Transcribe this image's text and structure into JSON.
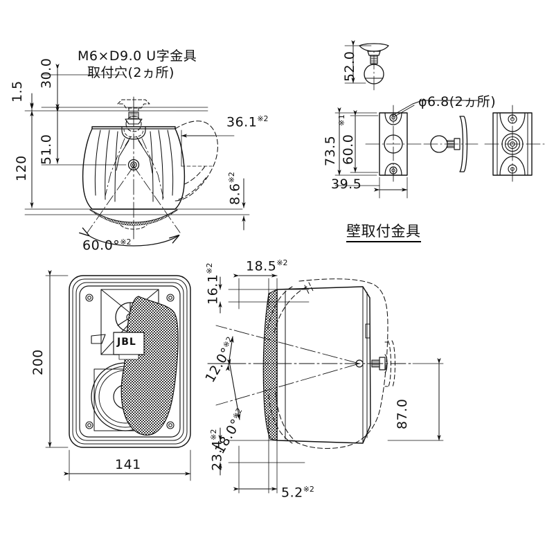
{
  "drawing": {
    "kind": "technical-dimension-drawing",
    "product_brand": "JBL",
    "units": "mm",
    "background": "#ffffff",
    "line_color": "#1a1a1a"
  },
  "top_view": {
    "note_line1": "M6×D9.0 U字金具",
    "note_line2": "取付穴(2ヵ所)",
    "dim_1_5": "1.5",
    "dim_30_0": "30.0",
    "dim_51_0": "51.0",
    "dim_120": "120",
    "dim_36_1": "36.1",
    "dim_36_1_mark": "※2",
    "dim_8_6": "8.6",
    "dim_8_6_mark": "※2",
    "angle_60": "60.0°",
    "angle_60_mark": "※2"
  },
  "bracket": {
    "title": "壁取付金具",
    "dim_52_0": "52.0",
    "dim_73_5": "73.5",
    "dim_73_5_mark": "※1",
    "dim_60_0": "60.0",
    "dim_39_5": "39.5",
    "hole_note": "φ6.8(2ヵ所)"
  },
  "front_view": {
    "dim_height": "200",
    "dim_width": "141",
    "badge": "JBL"
  },
  "side_view": {
    "dim_16_1": "16.1",
    "dim_16_1_mark": "※2",
    "dim_18_5": "18.5",
    "dim_18_5_mark": "※2",
    "angle_12_0": "12.0°",
    "angle_12_0_mark": "※2",
    "angle_18_0": "18.0°",
    "angle_18_0_mark": "※2",
    "dim_23_4": "23.4",
    "dim_23_4_mark": "※2",
    "dim_5_2": "5.2",
    "dim_5_2_mark": "※2",
    "dim_87_0": "87.0"
  }
}
